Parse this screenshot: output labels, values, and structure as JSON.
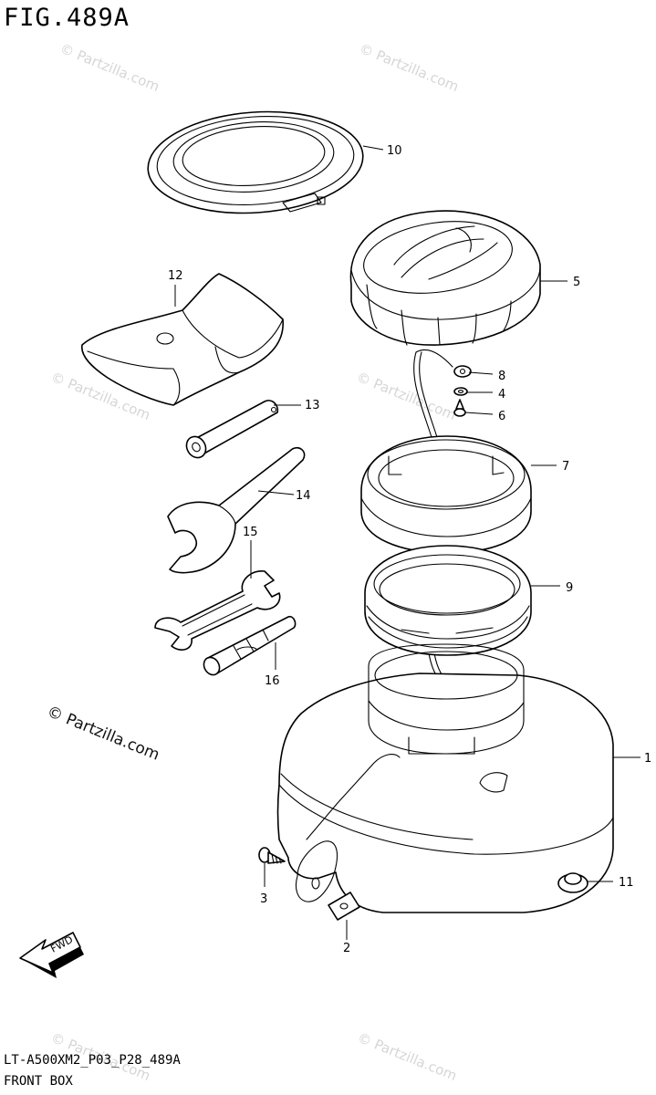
{
  "figure": {
    "title": "FIG.489A",
    "code": "LT-A500XM2_P03_P28_489A",
    "caption": "FRONT BOX"
  },
  "watermark": {
    "text": "© Partzilla.com",
    "strong_text": "© Partzilla.com",
    "faint_color": "#d6d6d6"
  },
  "direction_marker": {
    "label": "FWD"
  },
  "callouts": [
    {
      "id": "1",
      "label": "1",
      "part": "front box"
    },
    {
      "id": "2",
      "label": "2",
      "part": "clip nut"
    },
    {
      "id": "3",
      "label": "3",
      "part": "screw"
    },
    {
      "id": "4",
      "label": "4",
      "part": "washer"
    },
    {
      "id": "5",
      "label": "5",
      "part": "cap"
    },
    {
      "id": "6",
      "label": "6",
      "part": "screw"
    },
    {
      "id": "7",
      "label": "7",
      "part": "cap ring"
    },
    {
      "id": "8",
      "label": "8",
      "part": "cord"
    },
    {
      "id": "9",
      "label": "9",
      "part": "seal"
    },
    {
      "id": "10",
      "label": "10",
      "part": "gasket"
    },
    {
      "id": "11",
      "label": "11",
      "part": "cushion"
    },
    {
      "id": "12",
      "label": "12",
      "part": "tool bag"
    },
    {
      "id": "13",
      "label": "13",
      "part": "plug"
    },
    {
      "id": "14",
      "label": "14",
      "part": "spanner"
    },
    {
      "id": "15",
      "label": "15",
      "part": "wrench"
    },
    {
      "id": "16",
      "label": "16",
      "part": "plug wrench"
    }
  ]
}
